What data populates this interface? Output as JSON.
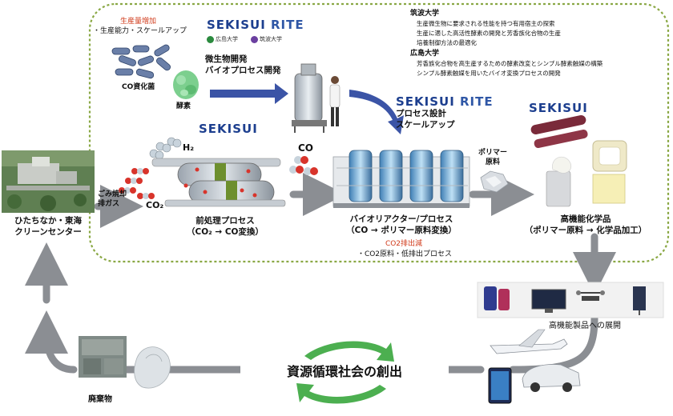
{
  "labels": {
    "prod_increase": "生産量増加",
    "scale_up_capacity": "・生産能力・スケールアップ",
    "co_bacteria": "CO資化菌",
    "enzyme": "酵素",
    "microbe_dev": "微生物開発",
    "bioprocess_dev": "バイオプロセス開発",
    "process_design": "プロセス設計",
    "scale_up": "スケールアップ",
    "tsukuba_title": "筑波大学",
    "tsukuba_l1": "生産微生物に要求される性能を持つ有用宿主の探索",
    "tsukuba_l2": "生産に適した高活性酵素の開発と芳香族化合物の生産",
    "tsukuba_l3": "培養制御方法の最適化",
    "hiroshima_title": "広島大学",
    "hiroshima_l1": "芳香族化合物を高生産するための酵素改変とシンプル酵素触媒の構築",
    "hiroshima_l2": "シンプル酵素触媒を用いたバイオ変換プロセスの開発",
    "h2": "H₂",
    "co": "CO",
    "co2": "CO₂",
    "waste_gas_1": "ごみ焼却",
    "waste_gas_2": "排ガス",
    "facility_1": "ひたちなか・東海",
    "facility_2": "クリーンセンター",
    "pretreat_1": "前処理プロセス",
    "pretreat_2": "（CO₂ → CO変換）",
    "bioreactor_1": "バイオリアクター/プロセス",
    "bioreactor_2": "（CO → ポリマー原料変換）",
    "co2_reduction": "CO2排出減",
    "co2_raw": "・CO2原料・低排出プロセス",
    "polymer_raw_1": "ポリマー",
    "polymer_raw_2": "原料",
    "chem_1": "高機能化学品",
    "chem_2": "（ポリマー原料 → 化学品加工）",
    "products": "高機能製品への展開",
    "waste": "廃棄物",
    "society": "資源循環社会の創出"
  },
  "logos": {
    "sekisui": "SEKISUI",
    "rite": "RITE",
    "hiroshima_univ": "広島大学",
    "tsukuba_univ": "筑波大学"
  },
  "colors": {
    "dashed_border": "#8aa844",
    "arrow_blue": "#3b54a6",
    "arrow_gray": "#8b8e93",
    "accent_red": "#d03a1a",
    "logo_blue": "#1d3f8f",
    "cycle_green": "#4caf50"
  }
}
